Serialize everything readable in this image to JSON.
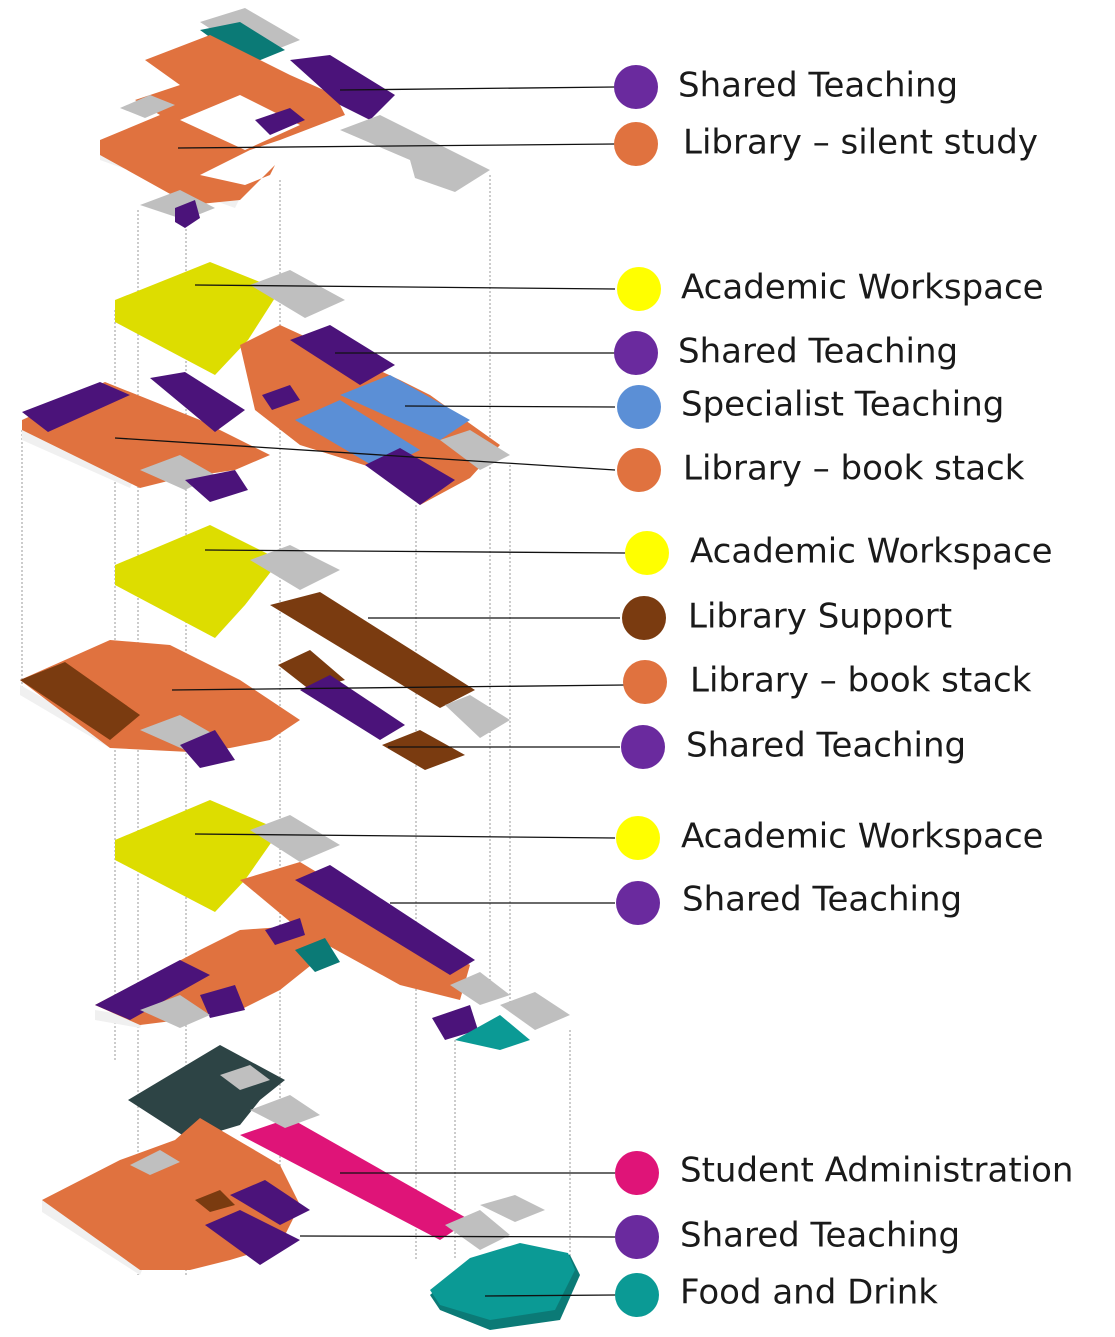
{
  "colors": {
    "shared_teaching": "#6a2a9e",
    "library_silent": "#e0723f",
    "academic_workspace": "#ffff00",
    "specialist_teaching": "#5b8fd6",
    "library_book_stack": "#e0723f",
    "library_support": "#7a3b10",
    "student_administration": "#df1478",
    "food_and_drink": "#0b9a95",
    "circulation": "#bfbfbf",
    "dark_block": "#2d4445"
  },
  "legend": [
    {
      "label": "Shared Teaching",
      "color_key": "shared_teaching"
    },
    {
      "label": "Library – silent study",
      "color_key": "library_silent"
    },
    {
      "label": "Academic Workspace",
      "color_key": "academic_workspace"
    },
    {
      "label": "Shared Teaching",
      "color_key": "shared_teaching"
    },
    {
      "label": "Specialist Teaching",
      "color_key": "specialist_teaching"
    },
    {
      "label": "Library – book stack",
      "color_key": "library_book_stack"
    },
    {
      "label": "Academic Workspace",
      "color_key": "academic_workspace"
    },
    {
      "label": "Library Support",
      "color_key": "library_support"
    },
    {
      "label": "Library – book stack",
      "color_key": "library_book_stack"
    },
    {
      "label": "Shared Teaching",
      "color_key": "shared_teaching"
    },
    {
      "label": "Academic Workspace",
      "color_key": "academic_workspace"
    },
    {
      "label": "Shared Teaching",
      "color_key": "shared_teaching"
    },
    {
      "label": "Student Administration",
      "color_key": "student_administration"
    },
    {
      "label": "Shared Teaching",
      "color_key": "shared_teaching"
    },
    {
      "label": "Food and Drink",
      "color_key": "food_and_drink"
    }
  ]
}
